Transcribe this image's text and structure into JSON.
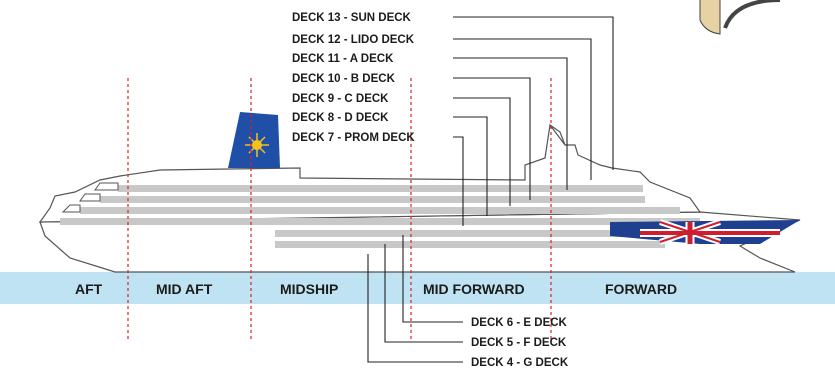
{
  "colors": {
    "water": "#bfe3f2",
    "hull_outline": "#555555",
    "deck_band": "#c8c8c8",
    "funnel": "#1f4fa6",
    "zone_line": "#e01f26",
    "flag_red": "#cf1f2e",
    "flag_blue": "#1f3f8f",
    "leader_line": "#222222"
  },
  "upper_decks": [
    {
      "label": "DECK 13 - SUN DECK"
    },
    {
      "label": "DECK 12 - LIDO DECK"
    },
    {
      "label": "DECK 11 - A DECK"
    },
    {
      "label": "DECK 10 - B DECK"
    },
    {
      "label": "DECK 9 - C DECK"
    },
    {
      "label": "DECK 8 - D DECK"
    },
    {
      "label": "DECK 7 - PROM DECK"
    }
  ],
  "lower_decks": [
    {
      "label": "DECK 6 - E DECK"
    },
    {
      "label": "DECK 5 - F DECK"
    },
    {
      "label": "DECK 4 - G DECK"
    }
  ],
  "zones": [
    {
      "label": "AFT"
    },
    {
      "label": "MID AFT"
    },
    {
      "label": "MIDSHIP"
    },
    {
      "label": "MID FORWARD"
    },
    {
      "label": "FORWARD"
    }
  ],
  "icons": {
    "funnel_logo": "sunburst-logo-icon",
    "bow_flag": "union-flag-icon"
  }
}
